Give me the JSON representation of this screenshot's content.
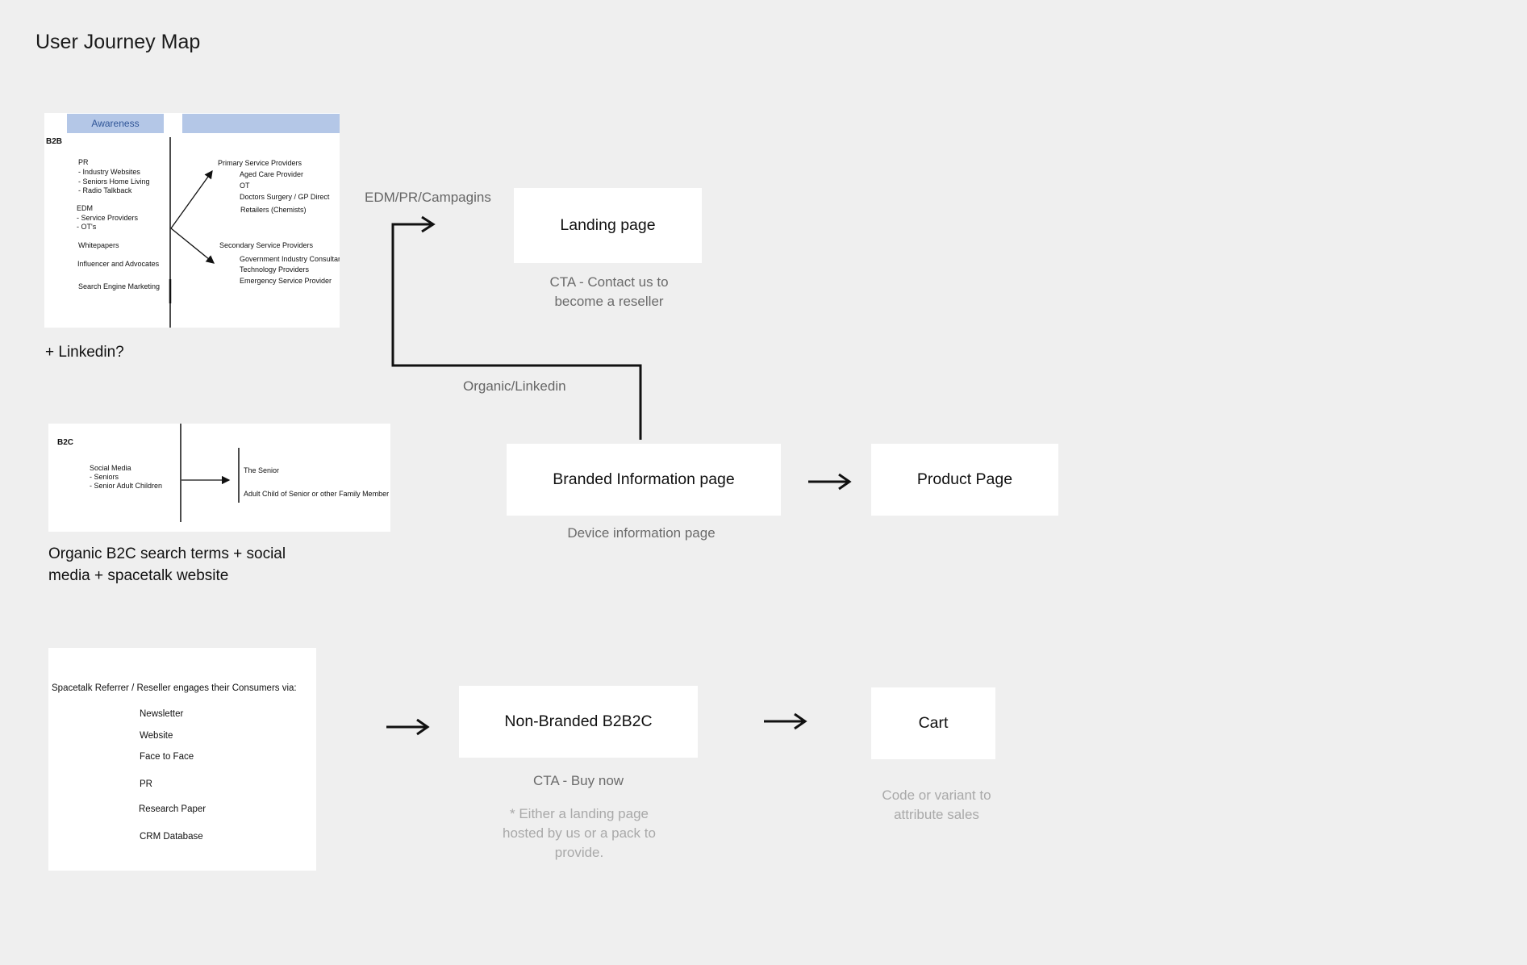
{
  "title": "User Journey Map",
  "b2b_panel": {
    "header_awareness": "Awareness",
    "segment": "B2B",
    "left_items": [
      "PR",
      "-        Industry Websites",
      "-        Seniors Home Living",
      "-        Radio Talkback",
      "EDM",
      "-    Service Providers",
      "-    OT's",
      "Whitepapers",
      "Influencer and Advocates",
      "Search Engine Marketing"
    ],
    "primary_heading": "Primary Service Providers",
    "primary_items": [
      "Aged Care Provider",
      "OT",
      "Doctors Surgery / GP Direct",
      "Retailers (Chemists)"
    ],
    "secondary_heading": "Secondary Service Providers",
    "secondary_items": [
      "Government Industry Consultants",
      "Technology Providers",
      "Emergency Service Provider"
    ]
  },
  "b2b_note": "+ Linkedin?",
  "b2c_panel": {
    "segment": "B2C",
    "left_items": [
      "Social Media",
      "-    Seniors",
      "-    Senior Adult Children"
    ],
    "right_items": [
      "The Senior",
      "Adult Child of Senior or other Family Member"
    ]
  },
  "b2c_note": [
    "Organic B2C search terms + social",
    "media + spacetalk website"
  ],
  "reseller_panel": {
    "heading": "Spacetalk Referrer / Reseller engages their Consumers via:",
    "items": [
      "Newsletter",
      "Website",
      "Face to Face",
      "PR",
      "Research Paper",
      "CRM Database"
    ]
  },
  "flow_labels": {
    "edm": "EDM/PR/Campagins",
    "organic": "Organic/Linkedin"
  },
  "cards": {
    "landing": "Landing page",
    "branded": "Branded Information page",
    "product": "Product Page",
    "nonbranded": "Non-Branded B2B2C",
    "cart": "Cart"
  },
  "captions": {
    "landing": [
      "CTA - Contact us to",
      "become a reseller"
    ],
    "branded": "Device information page",
    "nonbranded": "CTA - Buy now",
    "nonbranded_note": [
      "* Either a landing page",
      "hosted by us or a pack to",
      "provide."
    ],
    "cart_note": [
      "Code or variant to",
      "attribute sales"
    ]
  }
}
